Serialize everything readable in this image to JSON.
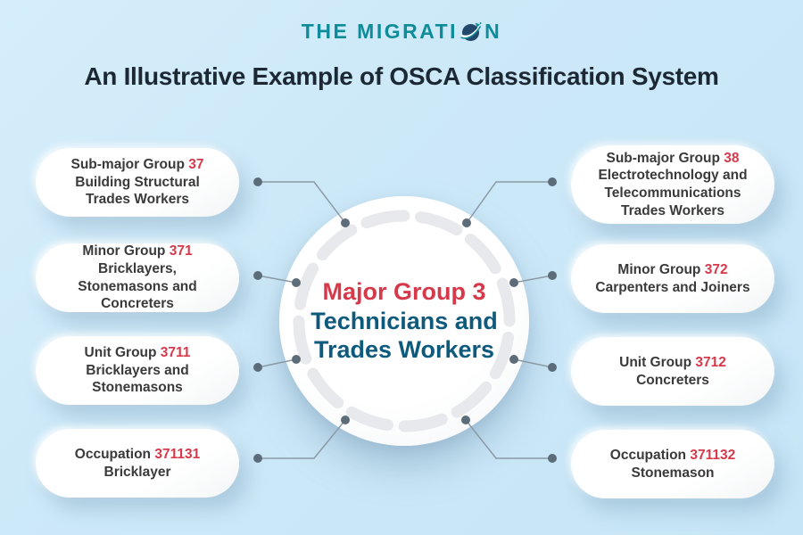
{
  "brand": {
    "text_before_o": "THE MIGRATI",
    "text_after_o": "N",
    "color": "#0e8c99"
  },
  "title": "An Illustrative Example of OSCA Classification System",
  "center_circle": {
    "line1": "Major Group 3",
    "line2": "Technicians and Trades Workers",
    "line1_color": "#d6394a",
    "line2_color": "#0e5a7d"
  },
  "colors": {
    "background": "#cde9f8",
    "accent_red": "#d6394a",
    "teal_heading": "#0e5a7d",
    "title_dark": "#1c2935",
    "connector_gray": "#8b99a5",
    "dot_gray": "#5d6c79",
    "dash_gray": "#e7e9ec"
  },
  "boxes": {
    "left": [
      {
        "before": "Sub-major Group ",
        "code": "37",
        "after": " Building Structural Trades Workers"
      },
      {
        "before": "Minor Group ",
        "code": "371",
        "after": " Bricklayers, Stonemasons and Concreters"
      },
      {
        "before": "Unit Group ",
        "code": "3711",
        "after": " Bricklayers and Stonemasons"
      },
      {
        "before": "Occupation ",
        "code": "371131",
        "after": " Bricklayer"
      }
    ],
    "right": [
      {
        "before": "Sub-major Group ",
        "code": "38",
        "after": " Electrotechnology and Telecommunications Trades Workers"
      },
      {
        "before": "Minor Group ",
        "code": "372",
        "after": " Carpenters and Joiners"
      },
      {
        "before": "Unit Group ",
        "code": "3712",
        "after": " Concreters"
      },
      {
        "before": "Occupation ",
        "code": "371132",
        "after": " Stonemason"
      }
    ]
  }
}
